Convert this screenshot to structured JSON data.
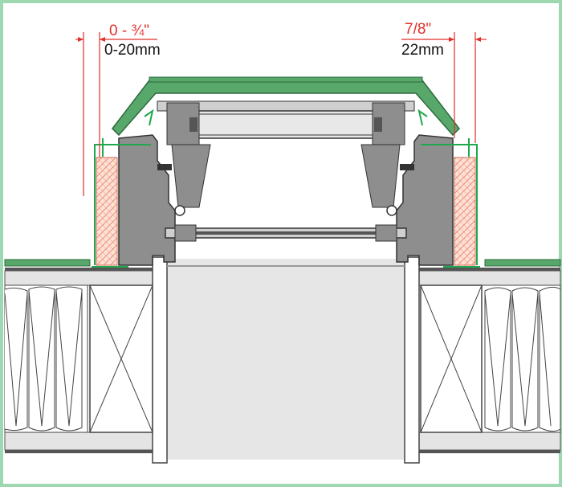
{
  "colors": {
    "frame": "#9ed8b0",
    "dimension": "#e0302a",
    "flashing": "#1fa84e",
    "cladding": "#58a86c",
    "insulation": "#f08a6e",
    "profile": "#8e8e8e",
    "background": "#e9e9ea"
  },
  "dimensions": {
    "left": {
      "fraction": "0 - ¾\"",
      "metric": "0-20mm"
    },
    "right": {
      "fraction": "7/8\"",
      "metric": "22mm"
    }
  }
}
